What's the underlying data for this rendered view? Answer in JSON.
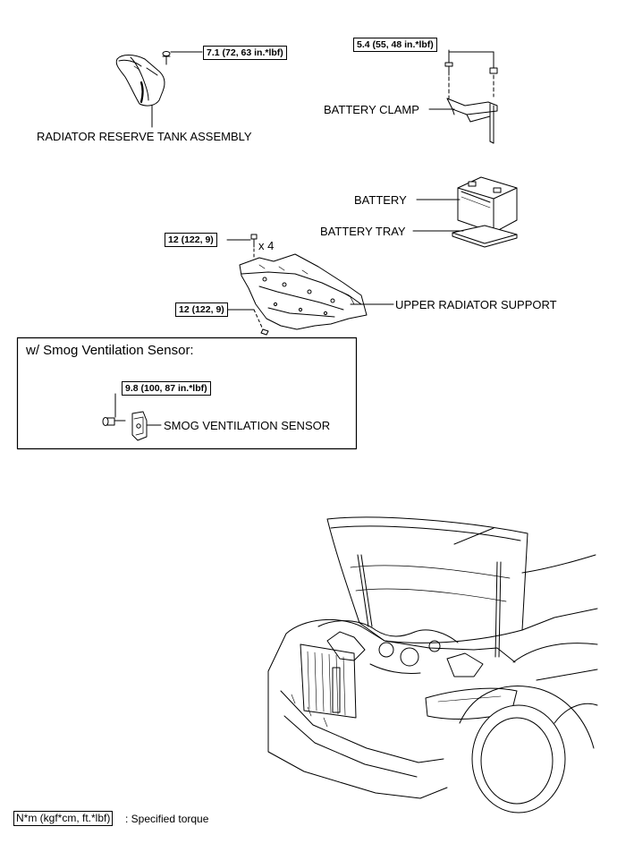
{
  "torques": {
    "reserve_tank": "7.1 (72, 63 in.*lbf)",
    "battery_clamp": "5.4 (55, 48 in.*lbf)",
    "upper_support_top": "12 (122, 9)",
    "upper_support_side": "12 (122, 9)",
    "smog_sensor": "9.8 (100, 87 in.*lbf)"
  },
  "quantity": "x 4",
  "labels": {
    "radiator_reserve_tank": "RADIATOR RESERVE TANK ASSEMBLY",
    "battery_clamp": "BATTERY CLAMP",
    "battery": "BATTERY",
    "battery_tray": "BATTERY TRAY",
    "upper_radiator_support": "UPPER RADIATOR SUPPORT",
    "smog_ventilation_sensor": "SMOG VENTILATION SENSOR"
  },
  "inset": {
    "title": "w/ Smog Ventilation Sensor:"
  },
  "legend": {
    "unit": "N*m (kgf*cm, ft.*lbf)",
    "description": ": Specified torque"
  }
}
